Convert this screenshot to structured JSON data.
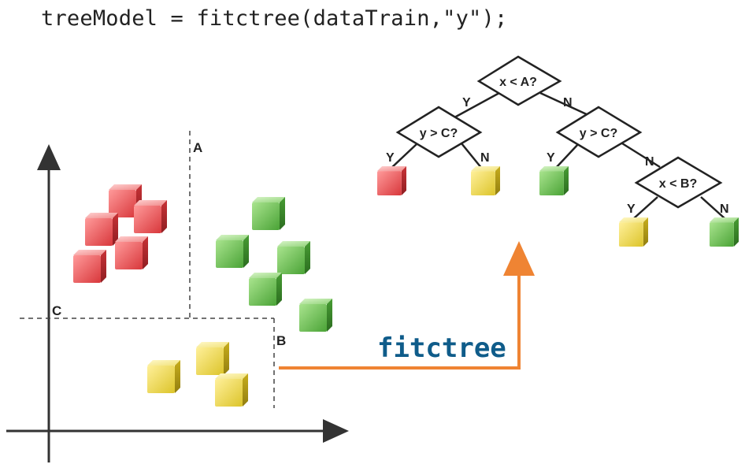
{
  "code_line": "treeModel = fitctree(dataTrain,\"y\");",
  "plot": {
    "boundary_labels": {
      "a": "A",
      "b": "B",
      "c": "C"
    }
  },
  "arrow": {
    "label": "fitctree",
    "label_color": "#0f5c8a",
    "arrow_color": "#ef8433"
  },
  "tree": {
    "root": "x < A?",
    "left_split": "y > C?",
    "right_split": "y > C?",
    "deep_split": "x < B?",
    "branch_yes": "Y",
    "branch_no": "N"
  },
  "colors": {
    "red": "#e0464a",
    "green": "#5cb545",
    "yellow": "#e8d232"
  }
}
